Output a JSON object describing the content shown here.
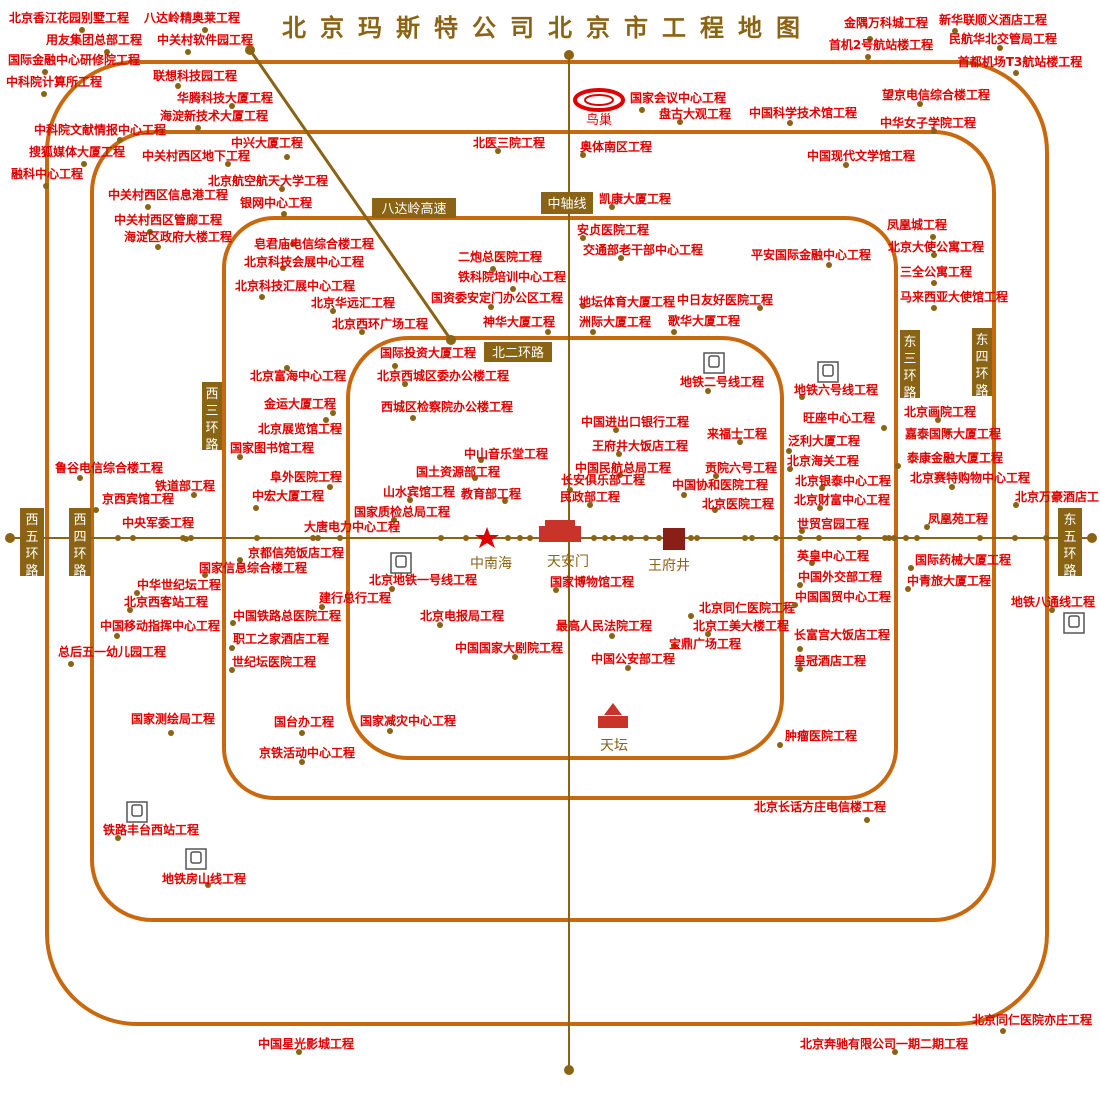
{
  "title": "北京玛斯特公司北京市工程地图",
  "ring_labels": {
    "north_2nd_ring": "北二环路",
    "badaling": "八达岭高速",
    "central_axis": "中轴线",
    "west_3rd_ring": "西三环路",
    "east_3rd_ring": "东三环路",
    "east_4th_ring": "东四环路",
    "west_4th_ring": "西四环路",
    "west_5th_ring": "西五环路",
    "east_5th_ring": "东五环路"
  },
  "landmarks": {
    "bird_nest": "鸟巢",
    "zhongnanhai": "中南海",
    "tiananmen": "天安门",
    "wangfujing": "王府井",
    "temple_of_heaven": "天坛"
  },
  "projects": [
    "北京香江花园别墅工程",
    "八达岭精奥莱工程",
    "用友集团总部工程",
    "中关村软件园工程",
    "国际金融中心研修院工程",
    "中科院计算所工程",
    "联想科技园工程",
    "华腾科技大厦工程",
    "海淀新技术大厦工程",
    "中科院文献情报中心工程",
    "搜狐媒体大厦工程",
    "融科中心工程",
    "中兴大厦工程",
    "中关村西区地下工程",
    "北京航空航天大学工程",
    "中关村西区信息港工程",
    "银网中心工程",
    "中关村西区管廊工程",
    "海淀区政府大楼工程",
    "皂君庙电信综合楼工程",
    "北京科技会展中心工程",
    "北京科技汇展中心工程",
    "北京华远汇工程",
    "北京西环广场工程",
    "二炮总医院工程",
    "铁科院培训中心工程",
    "国资委安定门办公区工程",
    "神华大厦工程",
    "北医三院工程",
    "奥体南区工程",
    "凯康大厦工程",
    "安贞医院工程",
    "交通部老干部中心工程",
    "地坛体育大厦工程",
    "中日友好医院工程",
    "洲际大厦工程",
    "歌华大厦工程",
    "国家会议中心工程",
    "盘古大观工程",
    "中国科学技术馆工程",
    "望京电信综合楼工程",
    "中华女子学院工程",
    "中国现代文学馆工程",
    "金隅万科城工程",
    "新华联顺义酒店工程",
    "首机2号航站楼工程",
    "民航华北交管局工程",
    "首都机场T3航站楼工程",
    "平安国际金融中心工程",
    "凤凰城工程",
    "北京大使公寓工程",
    "三全公寓工程",
    "马来西亚大使馆工程",
    "国际投资大厦工程",
    "北京西城区委办公楼工程",
    "西城区检察院办公楼工程",
    "北京富海中心工程",
    "金运大厦工程",
    "北京展览馆工程",
    "国家图书馆工程",
    "阜外医院工程",
    "中宏大厦工程",
    "鲁谷电信综合楼工程",
    "铁道部工程",
    "京西宾馆工程",
    "中央军委工程",
    "中山音乐堂工程",
    "国土资源部工程",
    "山水宾馆工程",
    "教育部工程",
    "国家质检总局工程",
    "大唐电力中心工程",
    "中国进出口银行工程",
    "王府井大饭店工程",
    "中国民航总局工程",
    "长安俱乐部工程",
    "民政部工程",
    "中国协和医院工程",
    "北京医院工程",
    "来福士工程",
    "贡院六号工程",
    "地铁二号线工程",
    "地铁六号线工程",
    "旺座中心工程",
    "泛利大厦工程",
    "北京海关工程",
    "北京银泰中心工程",
    "北京财富中心工程",
    "世贸宫园工程",
    "北京画院工程",
    "嘉泰国际大厦工程",
    "泰康金融大厦工程",
    "北京赛特购物中心工程",
    "北京万豪酒店工",
    "凤凰苑工程",
    "京都信苑饭店工程",
    "国家信息综合楼工程",
    "中华世纪坛工程",
    "北京西客站工程",
    "中国移动指挥中心工程",
    "建行总行工程",
    "北京地铁一号线工程",
    "北京电报局工程",
    "国家博物馆工程",
    "最高人民法院工程",
    "中国国家大剧院工程",
    "中国公安部工程",
    "宝鼎广场工程",
    "北京工美大楼工程",
    "北京同仁医院工程",
    "英皇中心工程",
    "中国外交部工程",
    "中国国贸中心工程",
    "国际药械大厦工程",
    "中青旅大厦工程",
    "地铁八通线工程",
    "长富宫大饭店工程",
    "皇冠酒店工程",
    "总后五一幼儿园工程",
    "中国铁路总医院工程",
    "职工之家酒店工程",
    "世纪坛医院工程",
    "国家测绘局工程",
    "国台办工程",
    "国家减灾中心工程",
    "京铁活动中心工程",
    "肿瘤医院工程",
    "北京长话方庄电信楼工程",
    "铁路丰台西站工程",
    "地铁房山线工程",
    "北京同仁医院亦庄工程",
    "中国星光影城工程",
    "北京奔驰有限公司一期二期工程"
  ],
  "colors": {
    "ring": "#c8690f",
    "label_box": "#8a6314",
    "project_text": "#e00000"
  }
}
